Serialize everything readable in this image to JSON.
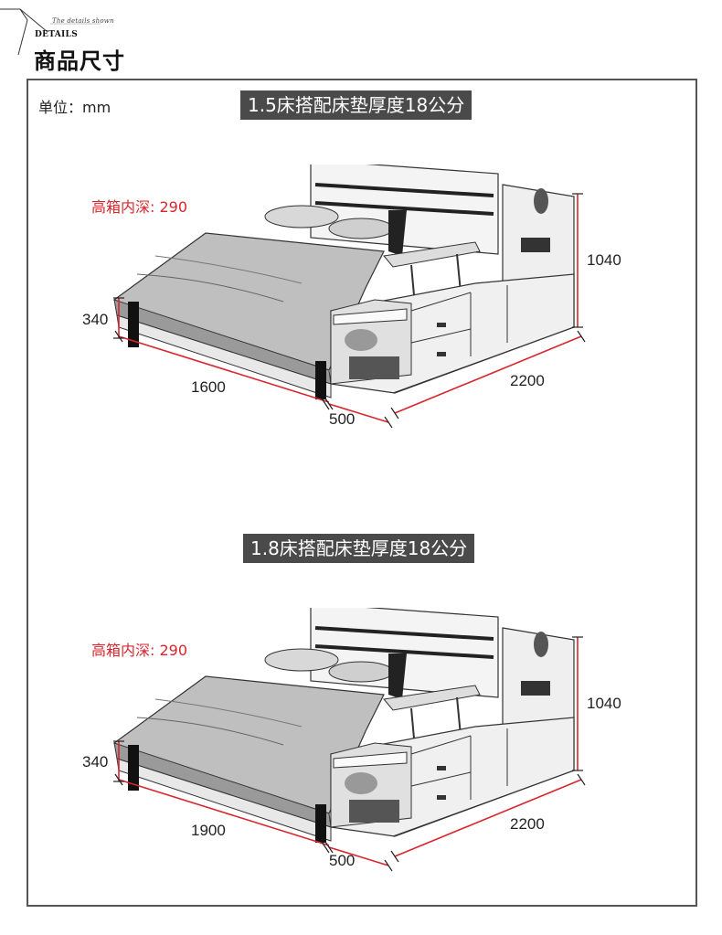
{
  "header": {
    "script_text": "The details shown",
    "details_label": "DETAILS",
    "title": "商品尺寸"
  },
  "unit_label": "单位：mm",
  "sections": [
    {
      "banner": "1.5床搭配床垫厚度18公分",
      "storage_depth": "高箱内深: 290",
      "height_total": "1040",
      "height_side": "340",
      "width": "1600",
      "cabinet": "500",
      "length": "2200"
    },
    {
      "banner": "1.8床搭配床垫厚度18公分",
      "storage_depth": "高箱内深: 290",
      "height_total": "1040",
      "height_side": "340",
      "width": "1900",
      "cabinet": "500",
      "length": "2200"
    }
  ],
  "colors": {
    "dimension_red": "#d8262c",
    "banner_bg": "#4a4a4a",
    "frame": "#555555"
  }
}
